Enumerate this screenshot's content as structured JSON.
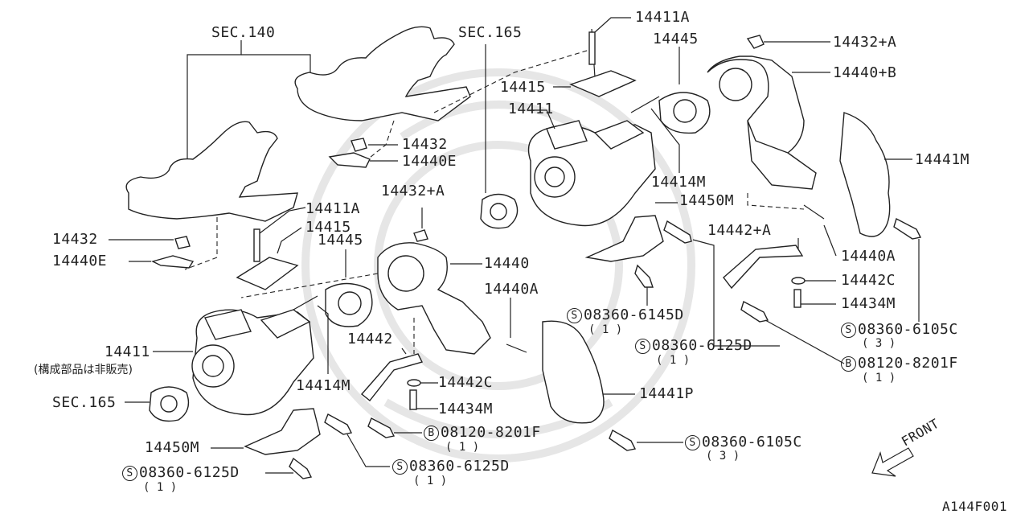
{
  "diagram_id": "A144F001",
  "labels": {
    "sec140": "SEC.140",
    "sec165_top": "SEC.165",
    "sec165_left": "SEC.165",
    "p14411a_top": "14411A",
    "p14445_top": "14445",
    "p14432a_top": "14432+A",
    "p14440b": "14440+B",
    "p14415_top": "14415",
    "p14411_top": "14411",
    "p14432_mid": "14432",
    "p14440e_mid": "14440E",
    "p14441m": "14441M",
    "p14414m_top": "14414M",
    "p14450m_top": "14450M",
    "p14432a_mid": "14432+A",
    "p14411a_left": "14411A",
    "p14415_left": "14415",
    "p14445_left": "14445",
    "p14432_left": "14432",
    "p14440e_left": "14440E",
    "p14442a": "14442+A",
    "p14440a_right": "14440A",
    "p14440": "14440",
    "p14442c_right": "14442C",
    "p14434m_right": "14434M",
    "p14440a_mid": "14440A",
    "s08360_6145d": "08360-6145D",
    "s08360_6145d_qty": "( 1 )",
    "s08360_6105c_right": "08360-6105C",
    "s08360_6105c_right_qty": "( 3 )",
    "s08360_6125d_mid": "08360-6125D",
    "s08360_6125d_mid_qty": "( 1 )",
    "p14442_left": "14442",
    "p14411_left": "14411",
    "p14411_note": "(構成部品は非販売)",
    "b08120_8201f_right": "08120-8201F",
    "b08120_8201f_right_qty": "( 1 )",
    "p14414m_left": "14414M",
    "p14442c_left": "14442C",
    "p14441p": "14441P",
    "p14434m_left": "14434M",
    "b08120_8201f_left": "08120-8201F",
    "b08120_8201f_left_qty": "( 1 )",
    "s08360_6105c_bottom": "08360-6105C",
    "s08360_6105c_bottom_qty": "( 3 )",
    "p14450m_left": "14450M",
    "s08360_6125d_left": "08360-6125D",
    "s08360_6125d_left_qty": "( 1 )",
    "s08360_6125d_bottom": "08360-6125D",
    "s08360_6125d_bottom_qty": "( 1 )",
    "front": "FRONT"
  },
  "markers": {
    "screw": "S",
    "bolt": "B"
  },
  "colors": {
    "ink": "#222222",
    "watermark": "#e6e6e6",
    "background": "#ffffff"
  }
}
